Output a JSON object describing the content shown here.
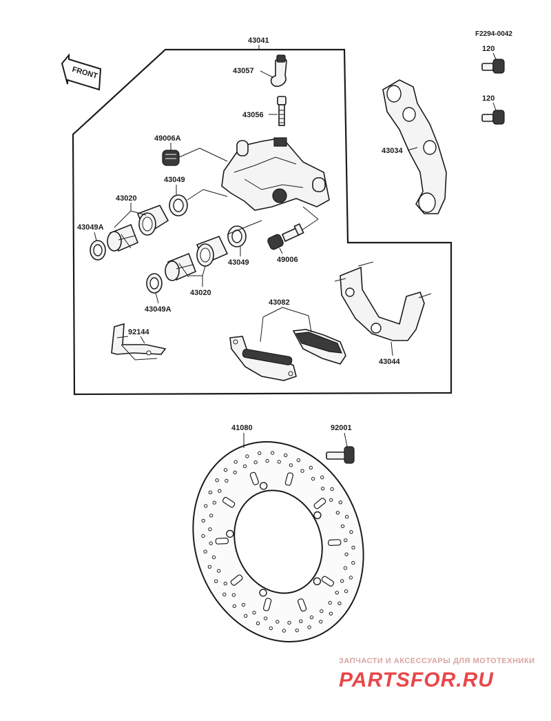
{
  "diagram_code": "F2294-0042",
  "front_label": "FRONT",
  "parts": {
    "p43041": "43041",
    "p43057": "43057",
    "p43056": "43056",
    "p49006A": "49006A",
    "p43049_top": "43049",
    "p43020_top": "43020",
    "p43049A_top": "43049A",
    "p43049_mid": "43049",
    "p49006": "49006",
    "p43020_bot": "43020",
    "p43049A_bot": "43049A",
    "p92144": "92144",
    "p43082": "43082",
    "p43044": "43044",
    "p43034": "43034",
    "p120_a": "120",
    "p120_b": "120",
    "p41080": "41080",
    "p92001": "92001"
  },
  "watermark": {
    "line1": "ЗАПЧАСТИ И АКСЕССУАРЫ ДЛЯ МОТОТЕХНИКИ",
    "line2": "PARTSFOR.RU"
  }
}
